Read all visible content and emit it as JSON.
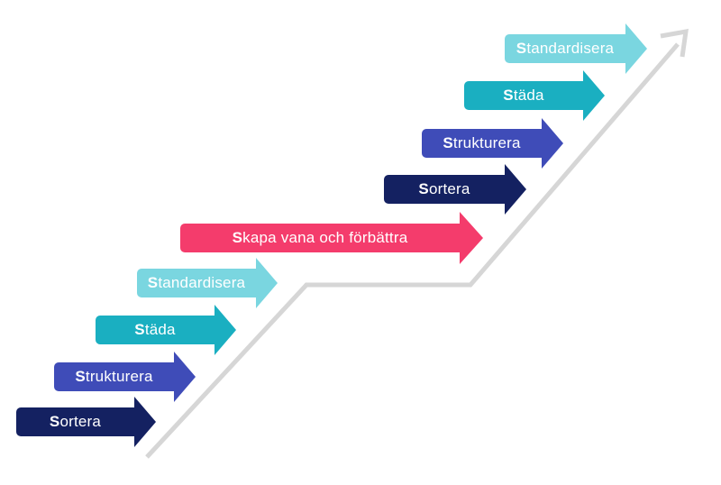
{
  "colors": {
    "navy": "#142161",
    "indigo": "#3f4cb8",
    "teal": "#1aafc1",
    "light_teal": "#7ad6e0",
    "pink": "#f43c6c",
    "trend_line": "#d6d6d6"
  },
  "steps": [
    {
      "first": "S",
      "rest": "ortera",
      "color": "#142161"
    },
    {
      "first": "S",
      "rest": "trukturera",
      "color": "#3f4cb8"
    },
    {
      "first": "S",
      "rest": "täda",
      "color": "#1aafc1"
    },
    {
      "first": "S",
      "rest": "tandardisera",
      "color": "#7ad6e0"
    },
    {
      "first": "S",
      "rest": "kapa vana och förbättra",
      "color": "#f43c6c"
    },
    {
      "first": "S",
      "rest": "ortera",
      "color": "#142161"
    },
    {
      "first": "S",
      "rest": "trukturera",
      "color": "#3f4cb8"
    },
    {
      "first": "S",
      "rest": "täda",
      "color": "#1aafc1"
    },
    {
      "first": "S",
      "rest": "tandardisera",
      "color": "#7ad6e0"
    }
  ]
}
